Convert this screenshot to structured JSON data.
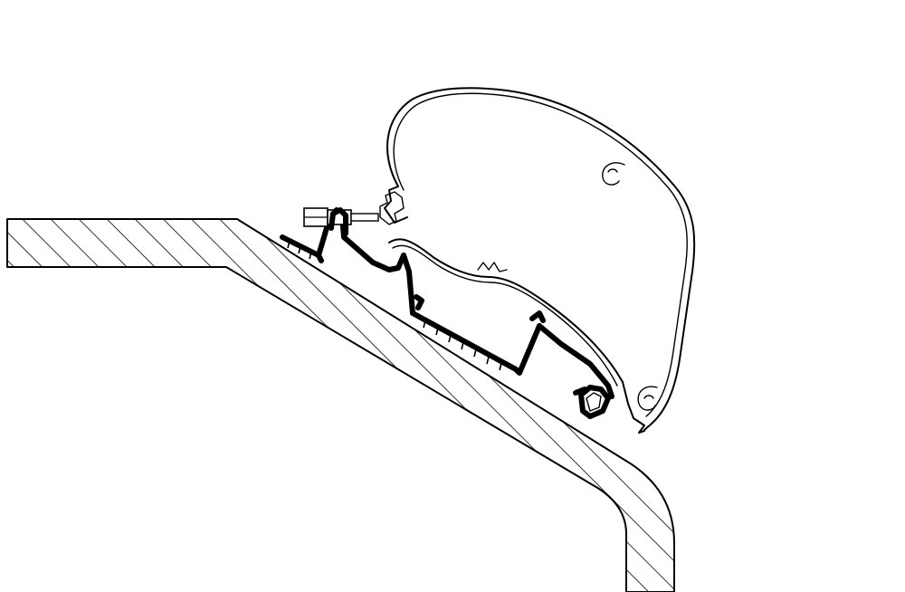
{
  "diagram": {
    "parts": [
      {
        "id": "roof-section",
        "kind": "hatched-cross-section"
      },
      {
        "id": "adapter-rail",
        "kind": "bold-profile"
      },
      {
        "id": "awning-cassette",
        "kind": "thin-profile"
      },
      {
        "id": "bolt-and-nut",
        "kind": "fastener"
      },
      {
        "id": "end-cap-clip",
        "kind": "fastener"
      }
    ],
    "colors": {
      "line": "#000000",
      "background": "#ffffff"
    }
  }
}
